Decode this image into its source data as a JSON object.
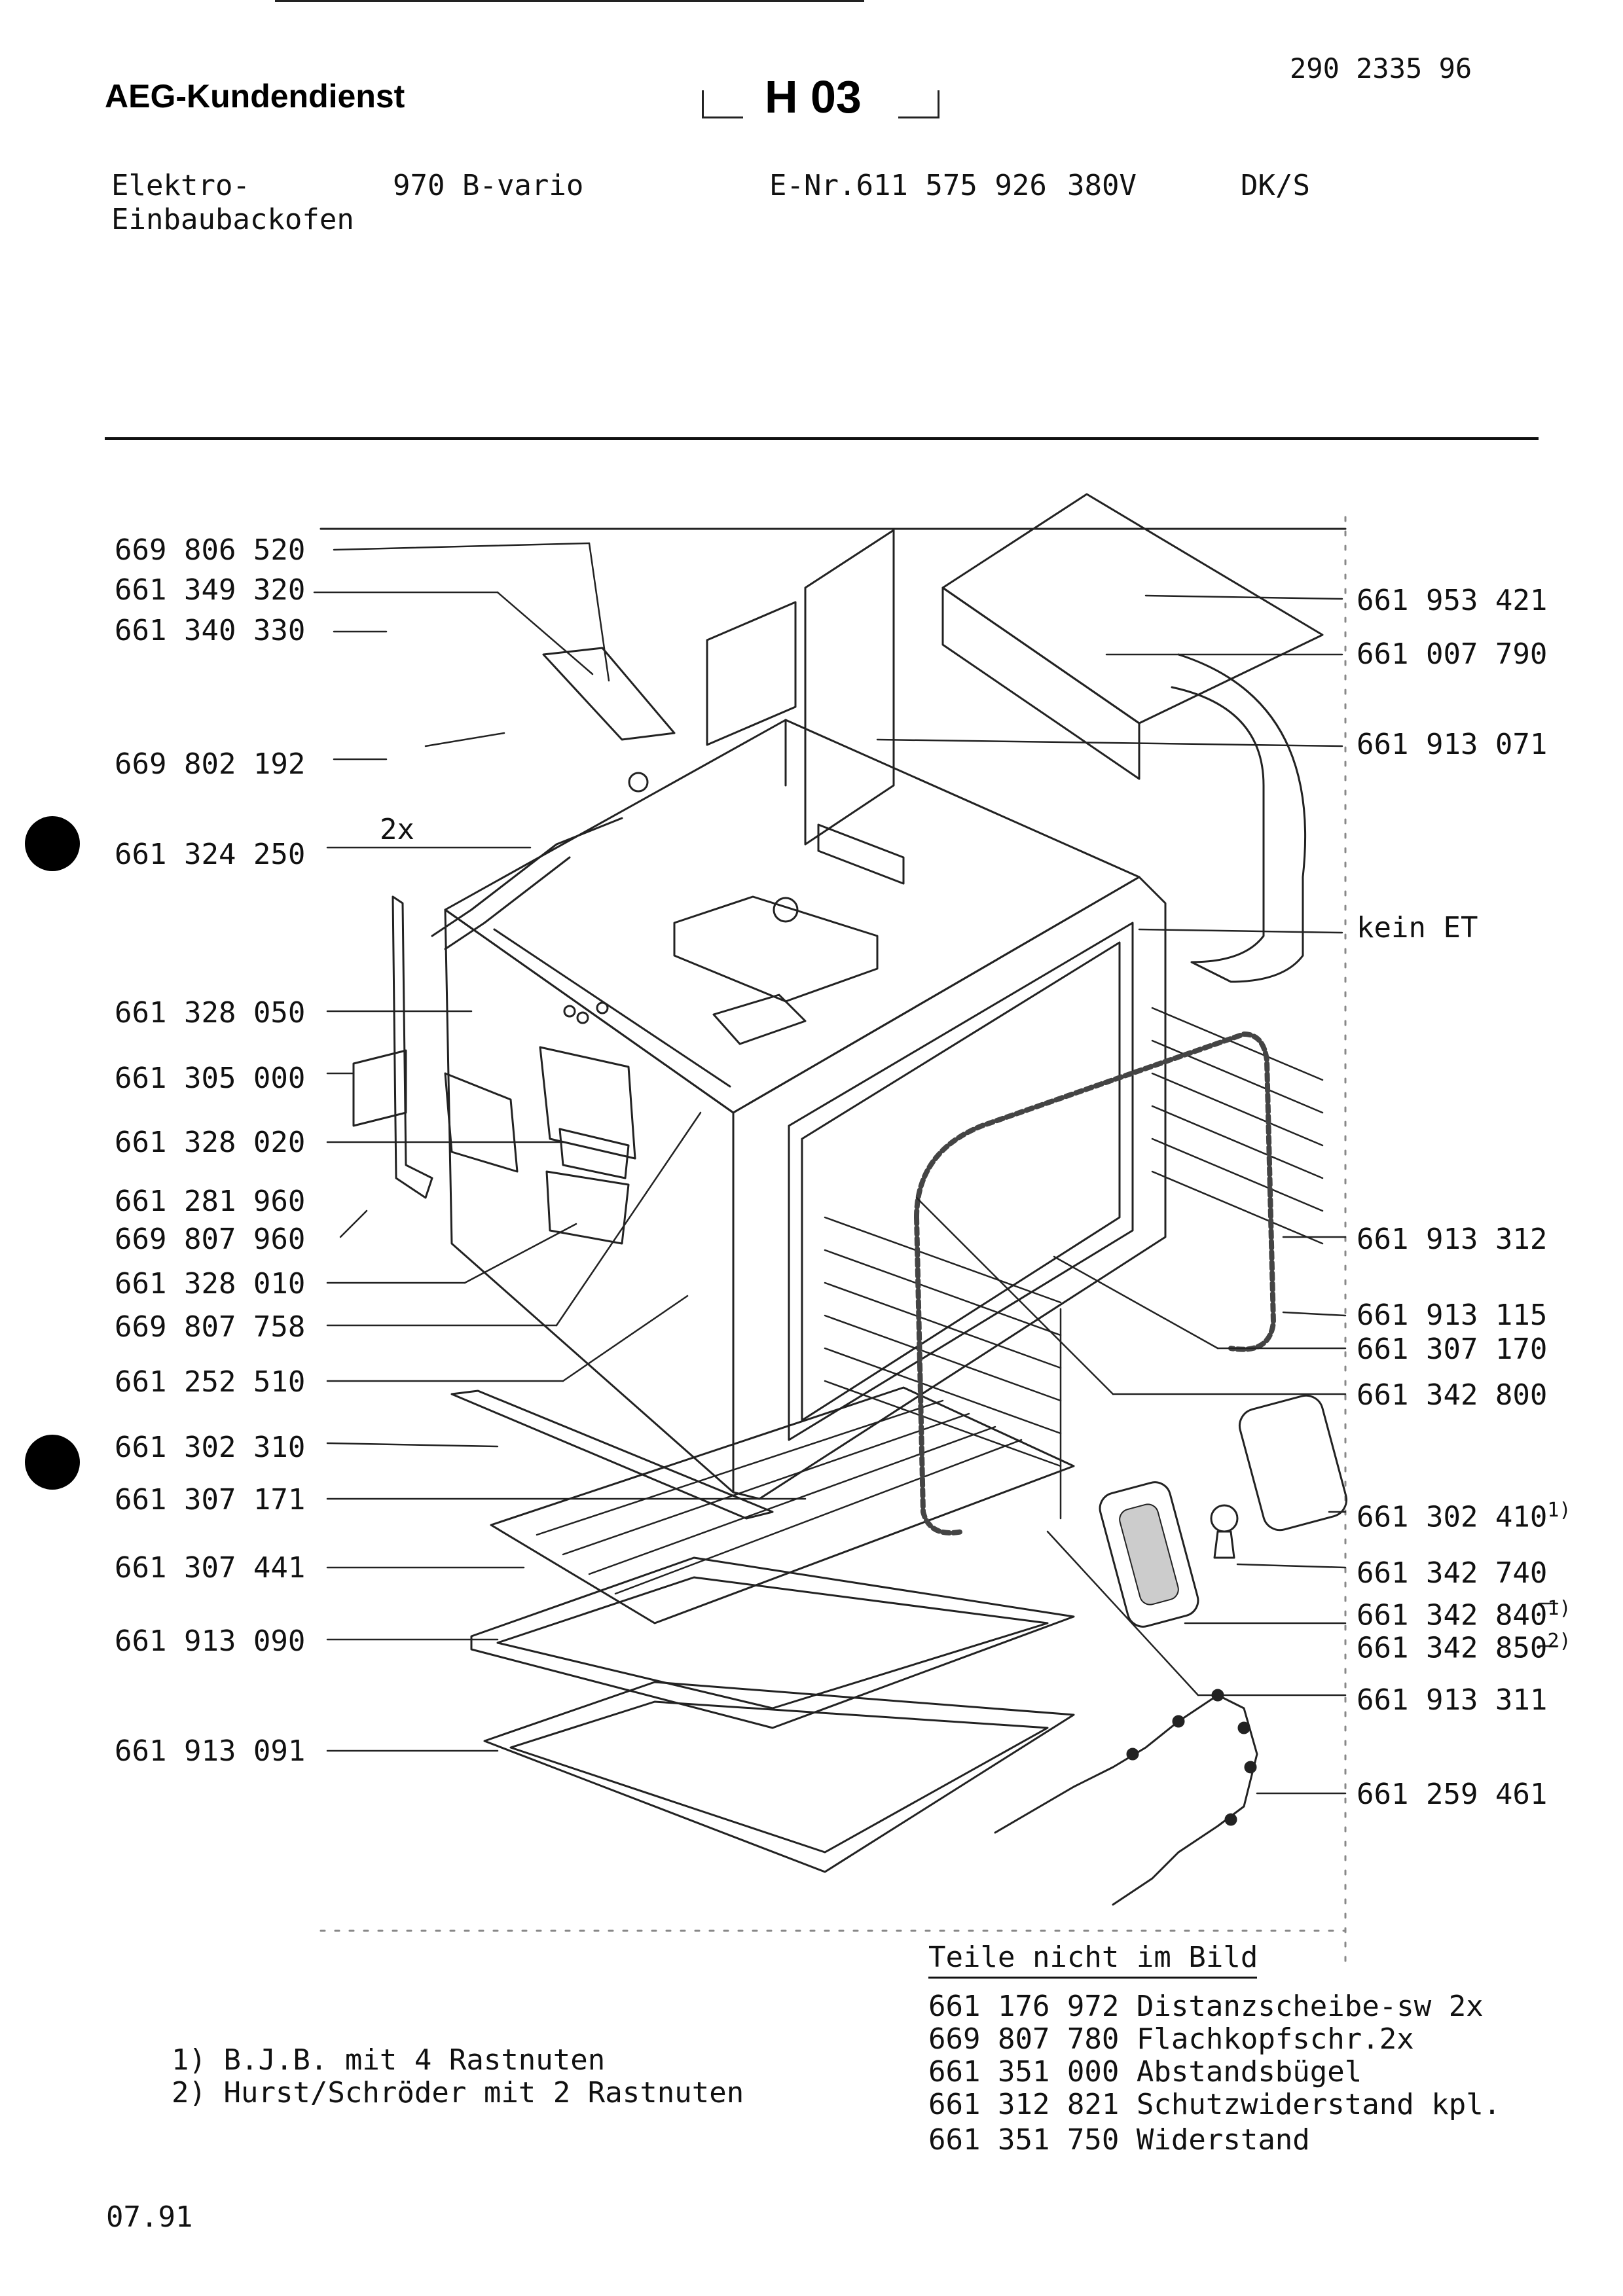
{
  "header": {
    "brand": "AEG-Kundendienst",
    "sheet_code": "H 03",
    "doc_number": "290 2335 96"
  },
  "product": {
    "type_line1": "Elektro-",
    "type_line2": "Einbaubackofen",
    "model": "970 B-vario",
    "enr": "E-Nr.611 575 926",
    "voltage": "380V",
    "market": "DK/S"
  },
  "left_labels": [
    {
      "text": "669 806 520",
      "bullet": false
    },
    {
      "text": "661 349 320",
      "bullet": false
    },
    {
      "text": "661 340 330",
      "bullet": false
    },
    {
      "text": "669 802 192",
      "bullet": false
    },
    {
      "text": "661 324 250",
      "bullet": true
    },
    {
      "text": "661 328 050",
      "bullet": false
    },
    {
      "text": "661 305 000",
      "bullet": false
    },
    {
      "text": "661 328 020",
      "bullet": false
    },
    {
      "text": "661 281 960",
      "bullet": false
    },
    {
      "text": "669 807 960",
      "bullet": false
    },
    {
      "text": "661 328 010",
      "bullet": false
    },
    {
      "text": "669 807 758",
      "bullet": false
    },
    {
      "text": "661 252 510",
      "bullet": false
    },
    {
      "text": "661 302 310",
      "bullet": true
    },
    {
      "text": "661 307 171",
      "bullet": false
    },
    {
      "text": "661 307 441",
      "bullet": false
    },
    {
      "text": "661 913 090",
      "bullet": false
    },
    {
      "text": "661 913 091",
      "bullet": false
    }
  ],
  "quantity_note": "2x",
  "right_labels": [
    {
      "text": "661 953 421",
      "note": ""
    },
    {
      "text": "661 007 790",
      "note": ""
    },
    {
      "text": "661 913 071",
      "note": ""
    },
    {
      "text": "kein ET",
      "note": ""
    },
    {
      "text": "661 913 312",
      "note": ""
    },
    {
      "text": "661 913 115",
      "note": ""
    },
    {
      "text": "661 307 170",
      "note": ""
    },
    {
      "text": "661 342 800",
      "note": ""
    },
    {
      "text": "661 302 410",
      "note": "1)"
    },
    {
      "text": "661 342 740",
      "note": ""
    },
    {
      "text": "661 342 840",
      "note": "1)"
    },
    {
      "text": "661 342 850",
      "note": "2)"
    },
    {
      "text": "661 913 311",
      "note": ""
    },
    {
      "text": "661 259 461",
      "note": ""
    }
  ],
  "footnotes": [
    "1) B.J.B. mit 4 Rastnuten",
    "2) Hurst/Schröder mit 2 Rastnuten"
  ],
  "parts_not_shown": {
    "title": "Teile nicht im Bild",
    "items": [
      "661 176 972 Distanzscheibe-sw 2x",
      "669 807 780 Flachkopfschr.2x",
      "661 351 000 Abstandsbügel",
      "661 312 821 Schutzwiderstand kpl.",
      "661 351 750 Widerstand"
    ]
  },
  "date": "07.91"
}
